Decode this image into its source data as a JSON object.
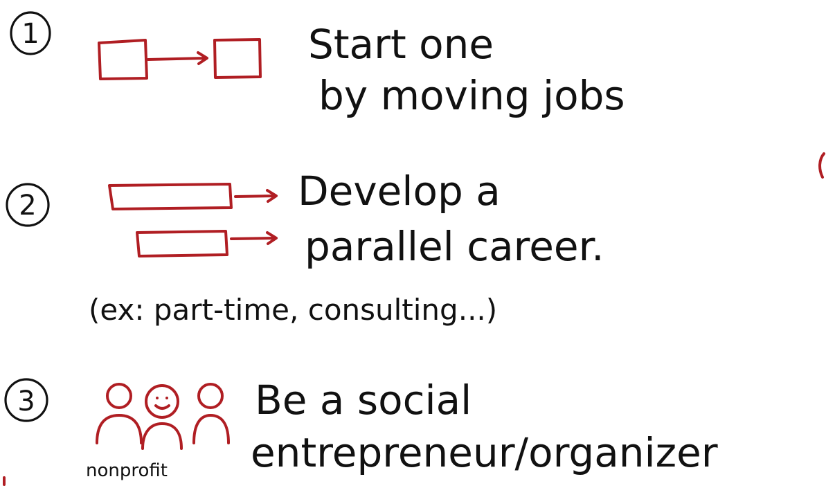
{
  "colors": {
    "ink": "#111111",
    "accent_red": "#b01e23",
    "background": "#ffffff"
  },
  "steps": [
    {
      "number": "1",
      "icon": "box-arrow-box-icon",
      "line1": "Start one",
      "line2": "by moving jobs"
    },
    {
      "number": "2",
      "icon": "parallel-bars-arrows-icon",
      "line1": "Develop a",
      "line2": "parallel career.",
      "note": "(ex: part-time, consulting...)"
    },
    {
      "number": "3",
      "icon": "three-people-icon",
      "line1": "Be a social",
      "line2": "entrepreneur/organizer",
      "caption": "nonprofit"
    }
  ]
}
